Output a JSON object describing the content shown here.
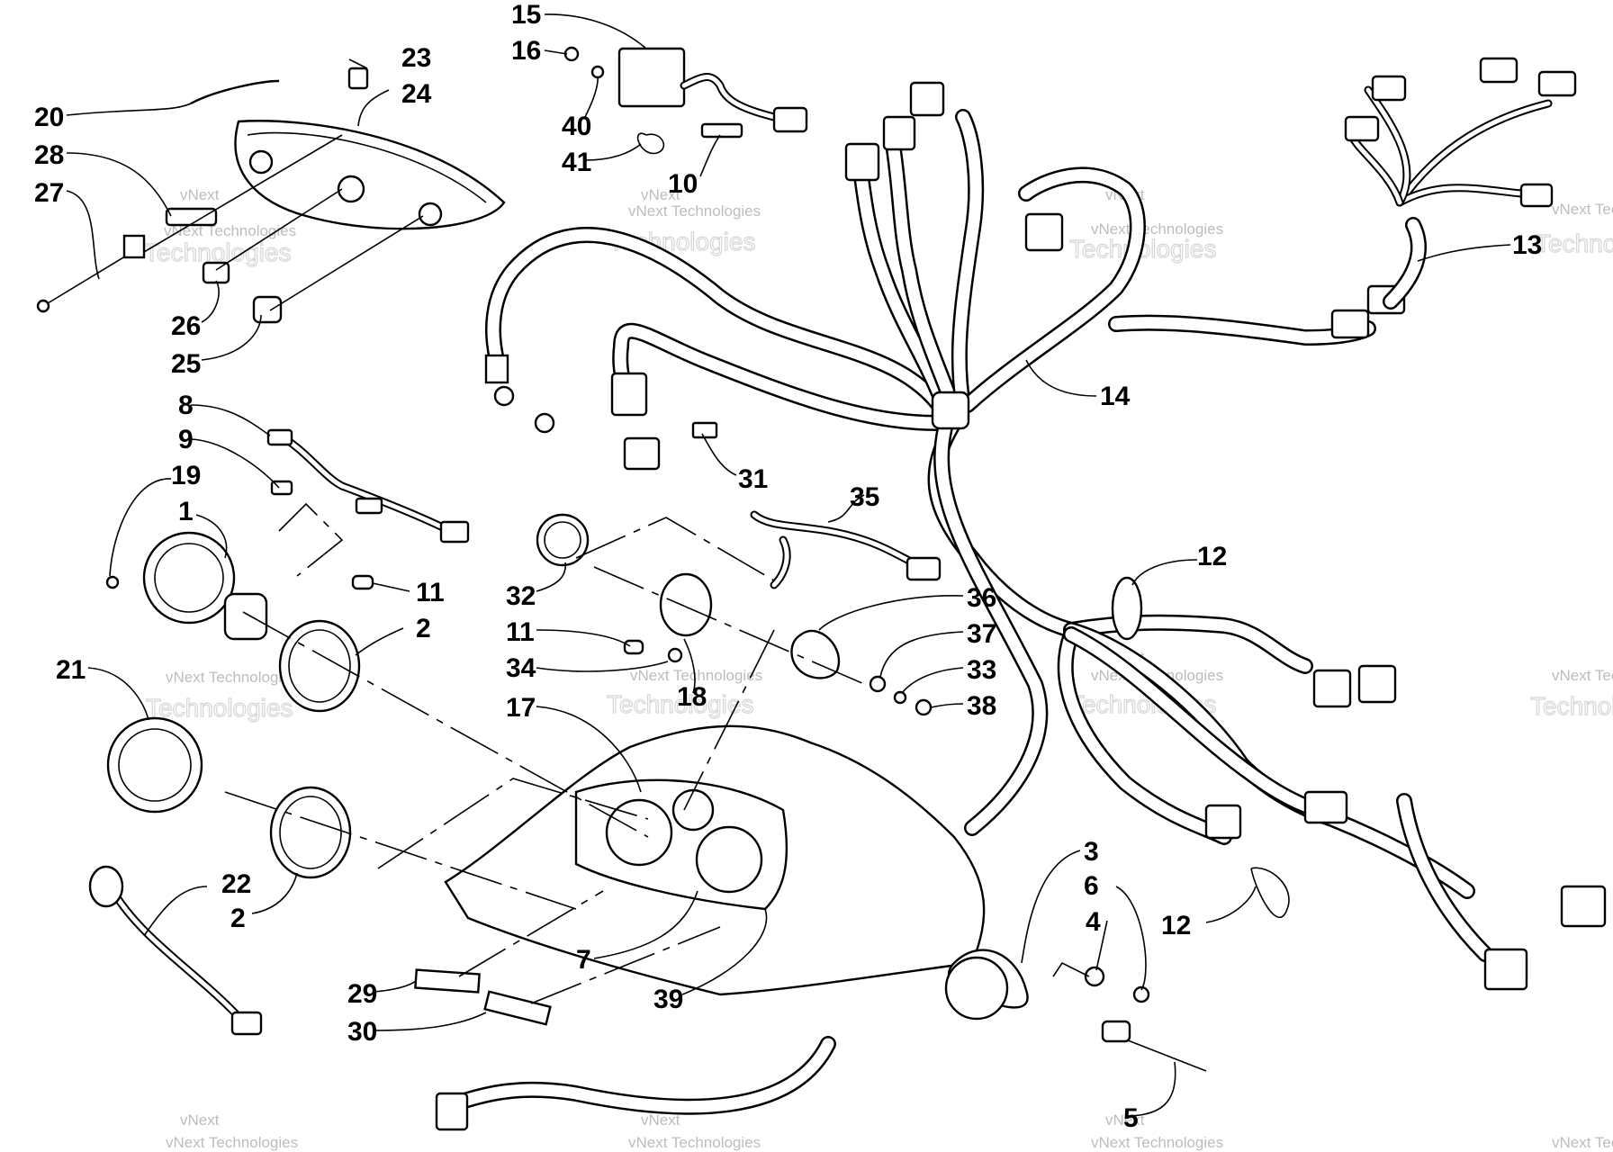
{
  "watermark": {
    "line1": "vNext",
    "line2": "vNext Technologies",
    "line3": "Technologies"
  },
  "callouts": {
    "c1": "1",
    "c2a": "2",
    "c2b": "2",
    "c3": "3",
    "c4": "4",
    "c5": "5",
    "c6": "6",
    "c7": "7",
    "c8": "8",
    "c9": "9",
    "c10": "10",
    "c11a": "11",
    "c11b": "11",
    "c12a": "12",
    "c12b": "12",
    "c13": "13",
    "c14": "14",
    "c15": "15",
    "c16": "16",
    "c17": "17",
    "c18": "18",
    "c19": "19",
    "c20": "20",
    "c21": "21",
    "c22": "22",
    "c23": "23",
    "c24": "24",
    "c25": "25",
    "c26": "26",
    "c27": "27",
    "c28": "28",
    "c29": "29",
    "c30": "30",
    "c31": "31",
    "c32": "32",
    "c33": "33",
    "c34": "34",
    "c35": "35",
    "c36": "36",
    "c37": "37",
    "c38": "38",
    "c39": "39",
    "c40": "40",
    "c41": "41"
  }
}
